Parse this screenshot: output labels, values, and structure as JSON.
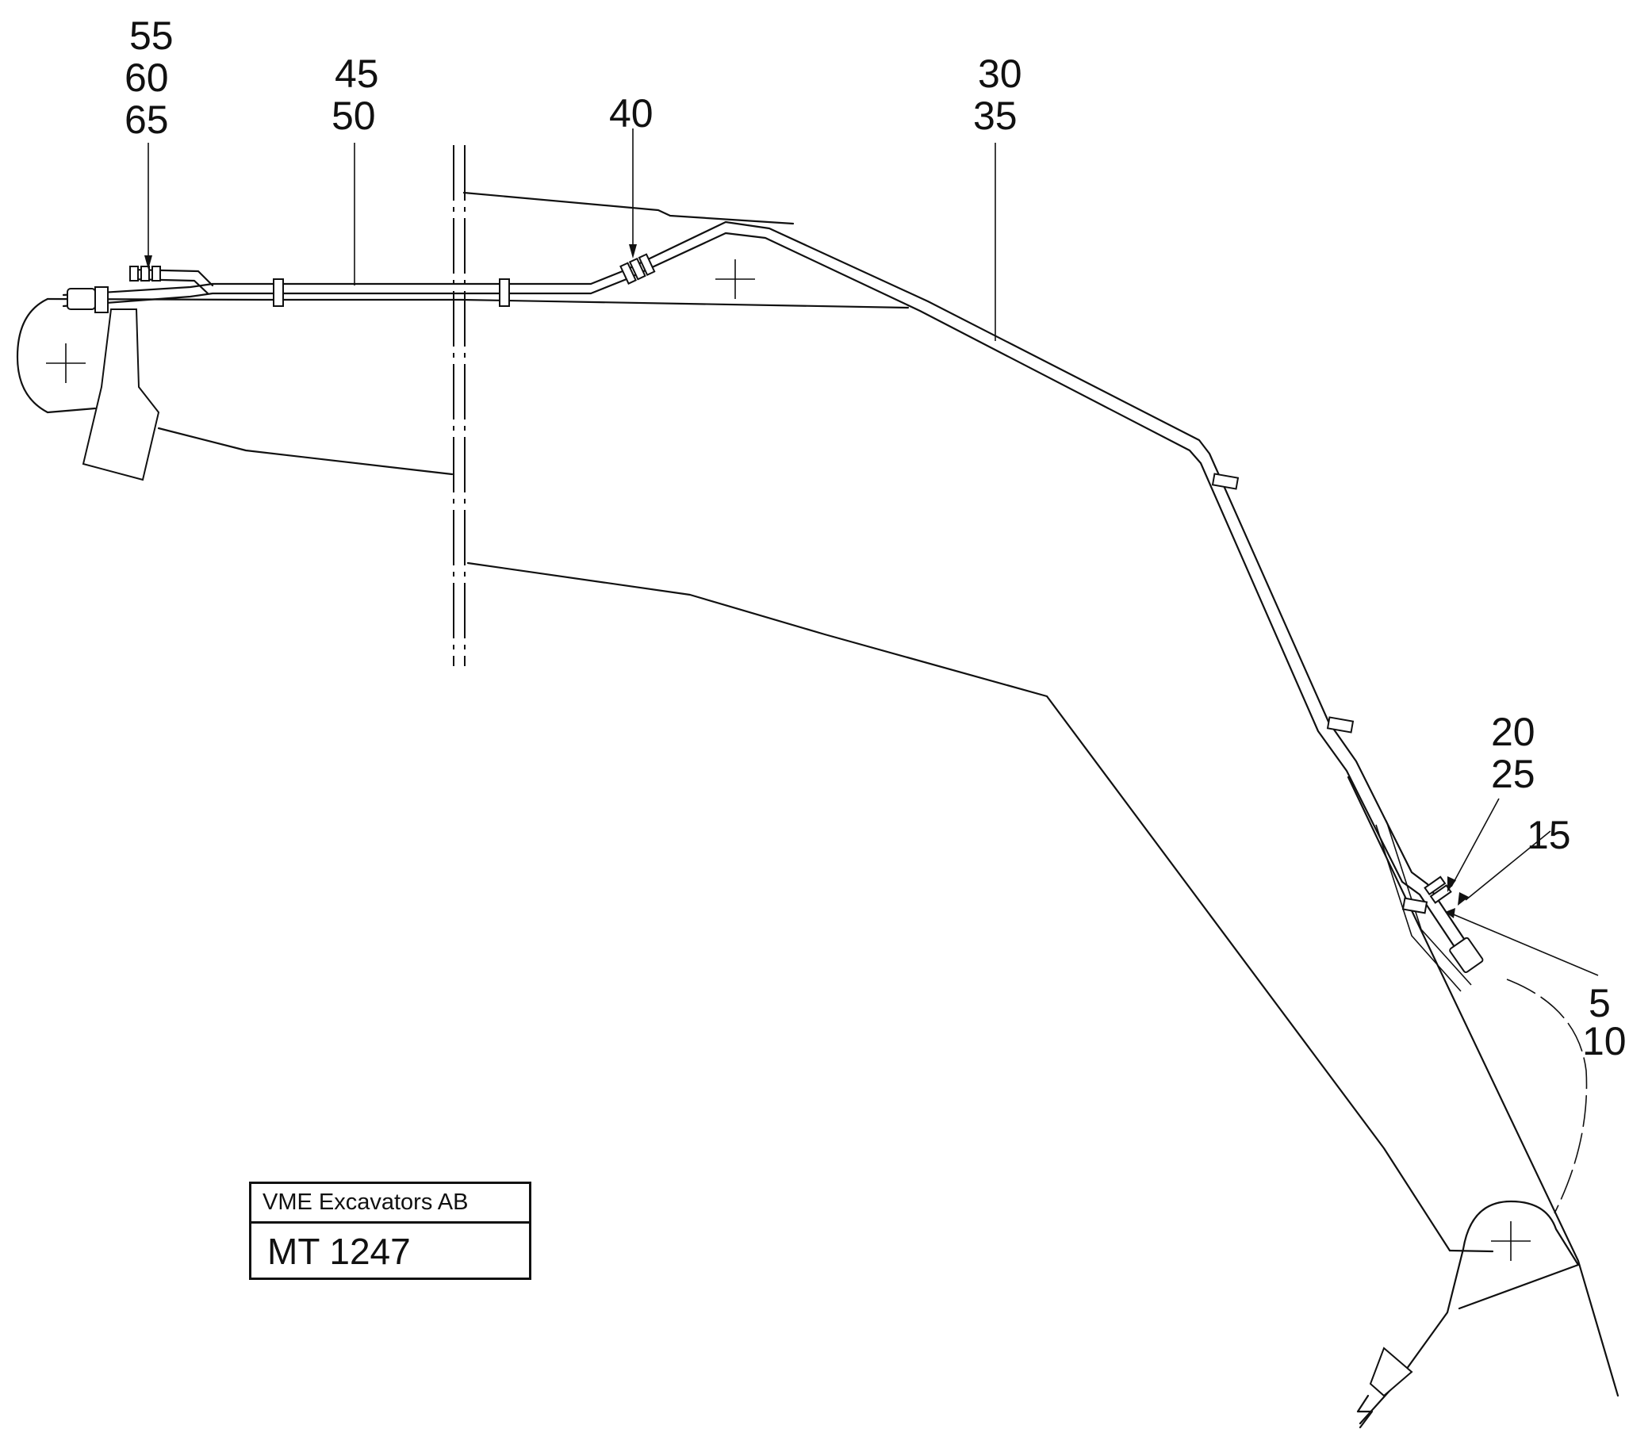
{
  "callouts": {
    "c55": "55",
    "c60": "60",
    "c65": "65",
    "c45": "45",
    "c50": "50",
    "c40": "40",
    "c30": "30",
    "c35": "35",
    "c20": "20",
    "c25": "25",
    "c15": "15",
    "c5": "5",
    "c10": "10"
  },
  "title_block": {
    "company": "VME Excavators AB",
    "code": "MT 1247"
  }
}
